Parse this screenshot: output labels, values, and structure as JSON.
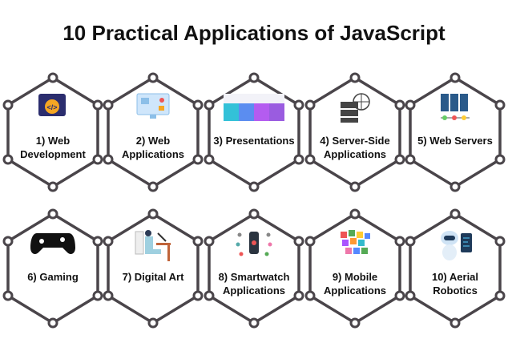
{
  "title": "10 Practical Applications of JavaScript",
  "items": [
    {
      "label": "1) Web Development",
      "icon": "code-window-icon"
    },
    {
      "label": "2) Web Applications",
      "icon": "monitor-dashboard-icon"
    },
    {
      "label": "3) Presentations",
      "icon": "slides-icon"
    },
    {
      "label": "4) Server-Side Applications",
      "icon": "server-globe-icon"
    },
    {
      "label": "5) Web Servers",
      "icon": "server-rack-icon"
    },
    {
      "label": "6) Gaming",
      "icon": "gamepad-icon"
    },
    {
      "label": "7) Digital Art",
      "icon": "artist-desk-icon"
    },
    {
      "label": "8) Smartwatch Applications",
      "icon": "smartwatch-icon"
    },
    {
      "label": "9) Mobile Applications",
      "icon": "mobile-apps-icon"
    },
    {
      "label": "10)  Aerial Robotics",
      "icon": "robot-icon"
    }
  ],
  "colors": {
    "hex_stroke": "#4a454a",
    "text": "#111111"
  }
}
